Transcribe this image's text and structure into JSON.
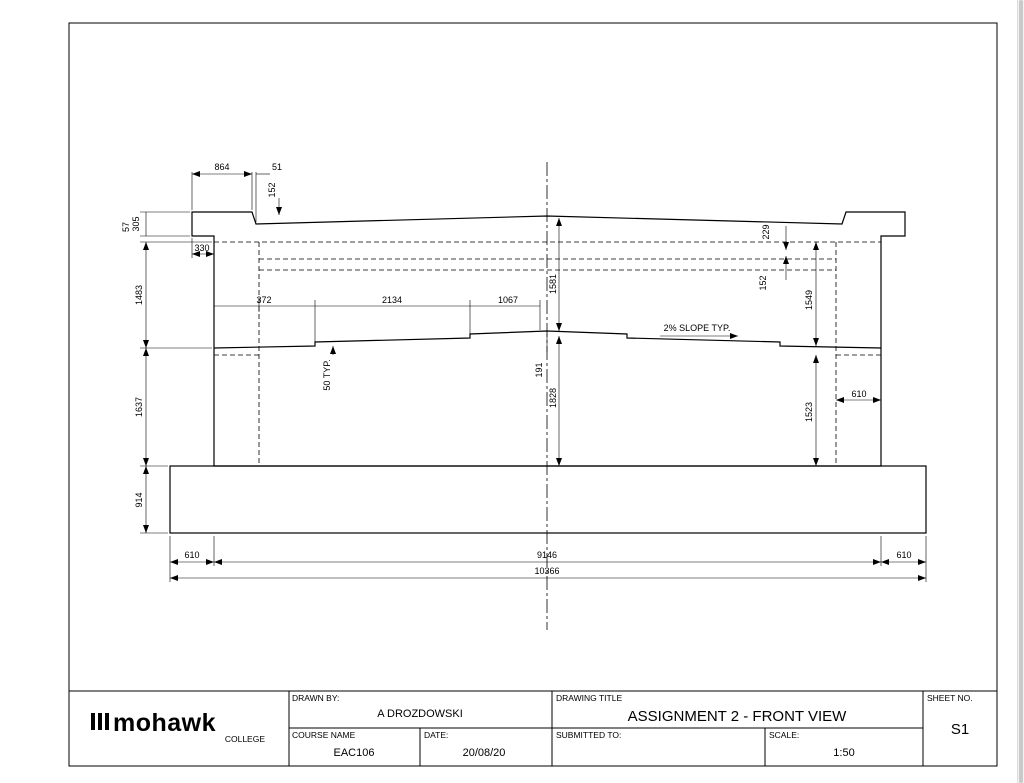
{
  "drawing": {
    "dimensions": {
      "top_864": "864",
      "top_51": "51",
      "top_152": "152",
      "left_57": "57",
      "left_305": "305",
      "left_330": "330",
      "left_1483": "1483",
      "left_1637": "1637",
      "left_914": "914",
      "mid_372": "372",
      "mid_2134": "2134",
      "mid_1067": "1067",
      "center_1581": "1581",
      "center_191": "191",
      "center_1828": "1828",
      "typ_50": "50 TYP.",
      "slope_note": "2% SLOPE TYP.",
      "right_229": "229",
      "right_152": "152",
      "right_1549": "1549",
      "right_1523": "1523",
      "right_610": "610",
      "bottom_610_left": "610",
      "bottom_9146": "9146",
      "bottom_610_right": "610",
      "bottom_10366": "10366"
    }
  },
  "title_block": {
    "logo_word": "mohawk",
    "logo_sub": "COLLEGE",
    "drawn_by_label": "DRAWN BY:",
    "drawn_by_value": "A DROZDOWSKI",
    "course_name_label": "COURSE NAME",
    "course_name_value": "EAC106",
    "date_label": "DATE:",
    "date_value": "20/08/20",
    "drawing_title_label": "DRAWING TITLE",
    "drawing_title_value": "ASSIGNMENT 2 - FRONT VIEW",
    "submitted_to_label": "SUBMITTED TO:",
    "submitted_to_value": "",
    "scale_label": "SCALE:",
    "scale_value": "1:50",
    "sheet_no_label": "SHEET NO.",
    "sheet_no_value": "S1"
  }
}
